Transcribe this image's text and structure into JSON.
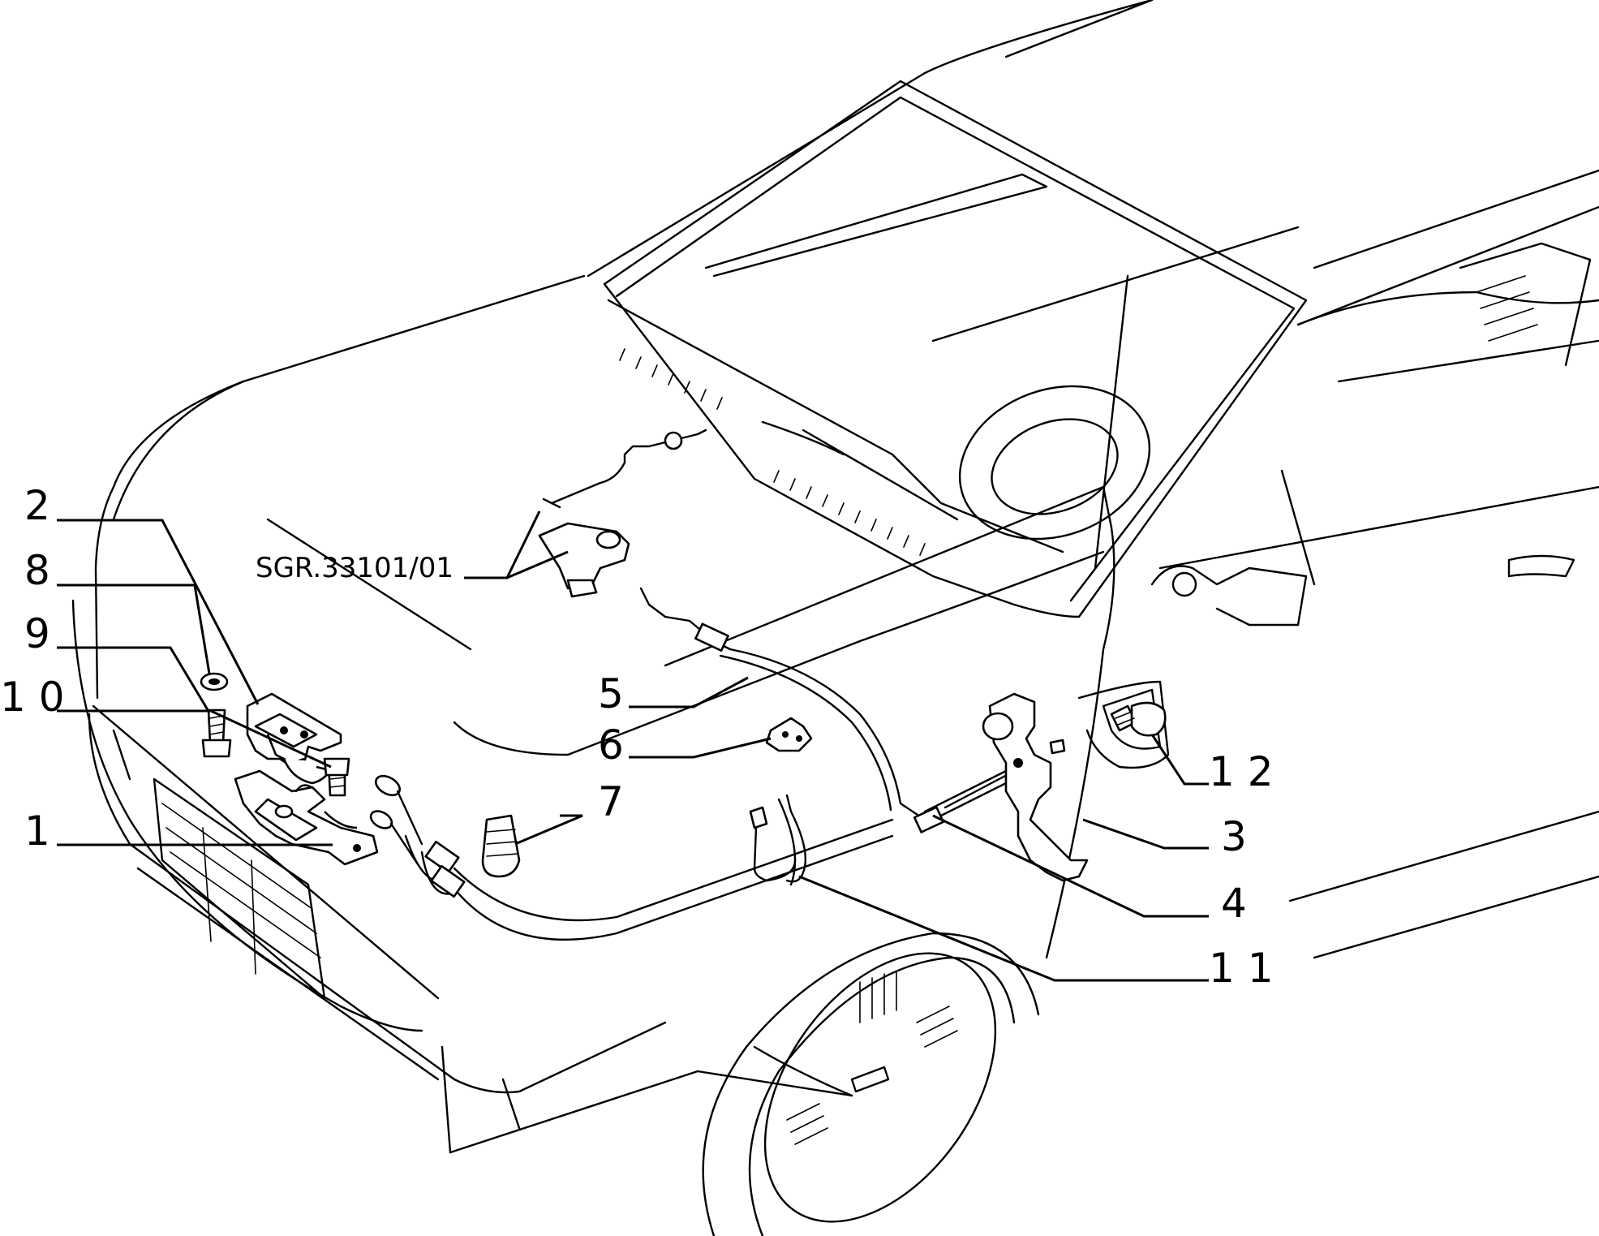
{
  "diagram": {
    "reference_code": "SGR.33101/01",
    "callouts": [
      {
        "id": "c2",
        "label": "2"
      },
      {
        "id": "c8",
        "label": "8"
      },
      {
        "id": "c9",
        "label": "9"
      },
      {
        "id": "c10",
        "label": "1 0"
      },
      {
        "id": "c1",
        "label": "1"
      },
      {
        "id": "c5",
        "label": "5"
      },
      {
        "id": "c6",
        "label": "6"
      },
      {
        "id": "c7",
        "label": "7"
      },
      {
        "id": "c12",
        "label": "1 2"
      },
      {
        "id": "c3",
        "label": "3"
      },
      {
        "id": "c4",
        "label": "4"
      },
      {
        "id": "c11",
        "label": "1 1"
      }
    ]
  }
}
